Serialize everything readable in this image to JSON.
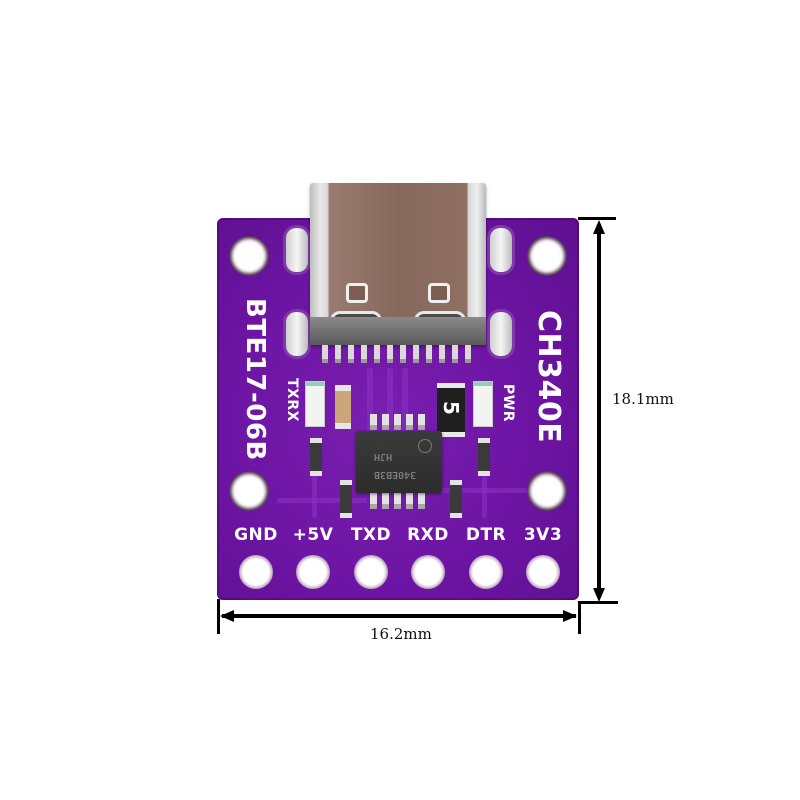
{
  "board": {
    "color": "#6c14a3",
    "chip_model_label": "CH340E",
    "part_number_label": "BTE17-06B",
    "led_labels": {
      "left": "TXRX",
      "right": "PWR"
    },
    "fuse_marking": "5",
    "ic_markings": {
      "line1": "HJH",
      "line2": "340EB3B"
    }
  },
  "header_pins": [
    {
      "label": "GND"
    },
    {
      "label": "+5V"
    },
    {
      "label": "TXD"
    },
    {
      "label": "RXD"
    },
    {
      "label": "DTR"
    },
    {
      "label": "3V3"
    }
  ],
  "dimensions": {
    "height_label": "18.1mm",
    "width_label": "16.2mm"
  }
}
